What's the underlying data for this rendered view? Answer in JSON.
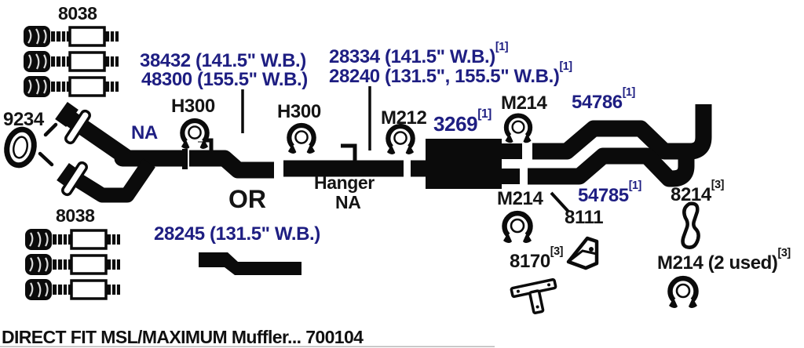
{
  "diagram": {
    "kind": "exhaust-system-parts-diagram",
    "colors": {
      "part_number_blue": "#1e1e82",
      "line_black": "#0b0b0b",
      "background": "#ffffff",
      "rule_gray": "#b9b9b9"
    },
    "icons": {
      "gasket_ring": "oval-gasket",
      "resonator_assembly": "converter-resonator-pipe-row",
      "pipe_clamp": "u-clamp-with-feet",
      "angle_bracket": "angle-bracket-plate",
      "hanger_strap": "rubber-hanger-strap",
      "t_bracket": "t-shaped-bracket"
    },
    "labels": {
      "resonator_top": "8038",
      "resonator_bottom": "8038",
      "gasket": "9234",
      "front_pipe_na": "NA",
      "pipe_38432": "38432 (141.5\" W.B.)",
      "pipe_48300": "48300 (155.5\" W.B.)",
      "pipe_28334": "28334 (141.5\" W.B.)",
      "pipe_28334_sup": "[1]",
      "pipe_28240": "28240 (131.5\", 155.5\" W.B.)",
      "pipe_28240_sup": "[1]",
      "hanger_h300": "H300",
      "clamp_m212": "M212",
      "muffler_3269": "3269",
      "muffler_3269_sup": "[1]",
      "clamp_m214": "M214",
      "tailpipe_54786": "54786",
      "tailpipe_54786_sup": "[1]",
      "tailpipe_54785": "54785",
      "tailpipe_54785_sup": "[1]",
      "hanger_line1": "Hanger",
      "hanger_line2": "NA",
      "or_text": "OR",
      "bracket_8111": "8111",
      "strap_8214": "8214",
      "strap_8214_sup": "[3]",
      "bracket_8170": "8170",
      "bracket_8170_sup": "[3]",
      "clamp_m214_2used": "M214 (2 used)",
      "clamp_m214_2used_sup": "[3]",
      "pipe_28245": "28245 (131.5\" W.B.)"
    },
    "footer": {
      "title": "DIRECT FIT MSL/MAXIMUM Muffler... 700104"
    }
  }
}
